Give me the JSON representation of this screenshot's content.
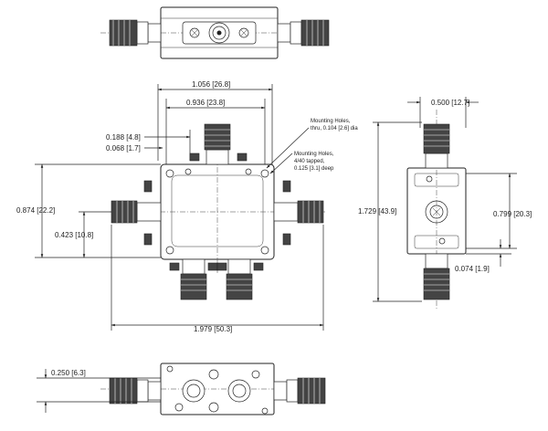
{
  "dimensions": {
    "width_1056": "1.056 [26.8]",
    "width_0936": "0.936 [23.8]",
    "offset_0188": "0.188 [4.8]",
    "offset_0068": "0.068 [1.7]",
    "height_0874": "0.874 [22.2]",
    "offset_0423": "0.423 [10.8]",
    "overall_1979": "1.979 [50.3]",
    "side_0500": "0.500 [12.7]",
    "side_1729": "1.729 [43.9]",
    "side_0799": "0.799 [20.3]",
    "side_0074": "0.074 [1.9]",
    "bottom_0250": "0.250 [6.3]"
  },
  "notes": {
    "mounting_thru_1": "Mounting Holes,",
    "mounting_thru_2": "thru, 0.104 [2.6] dia",
    "mounting_tap_1": "Mounting Holes,",
    "mounting_tap_2": "4/40 tapped,",
    "mounting_tap_3": "0.125 [3.1] deep"
  }
}
